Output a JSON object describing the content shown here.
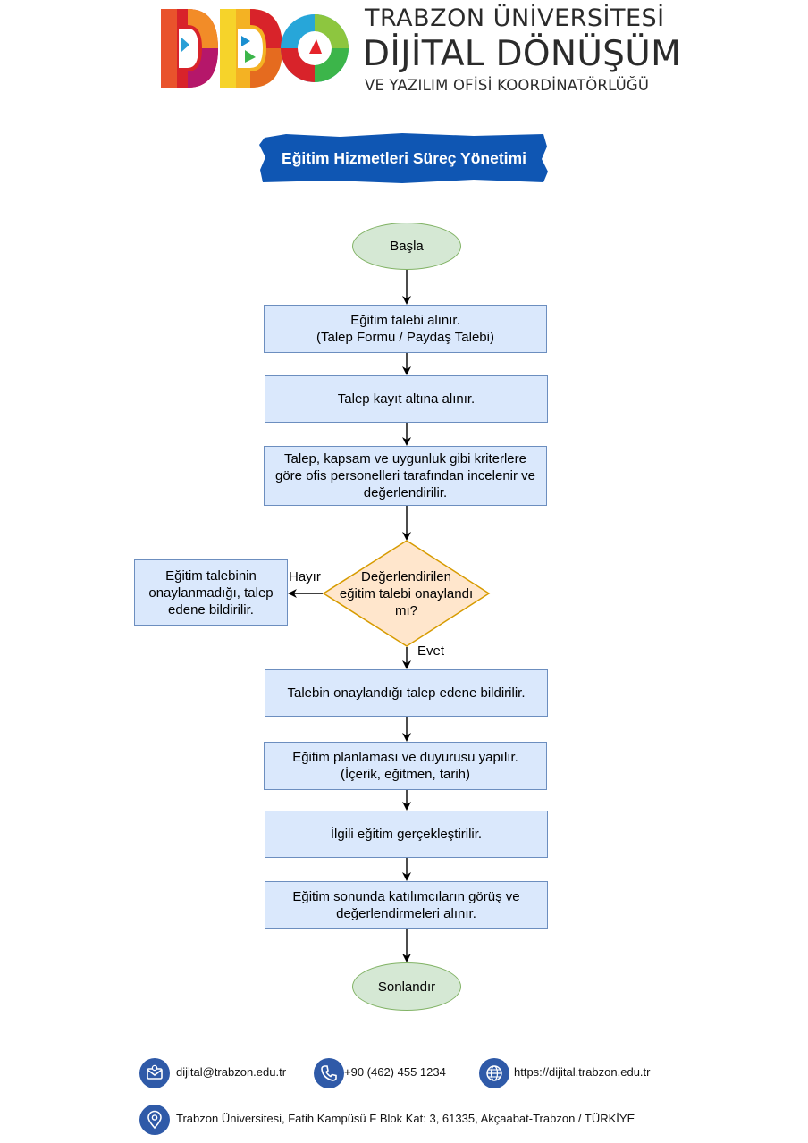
{
  "header": {
    "org_line1": "TRABZON ÜNİVERSİTESİ",
    "org_line2": "DİJİTAL DÖNÜŞÜM",
    "org_line3": "VE YAZILIM OFİSİ KOORDİNATÖRLÜĞÜ",
    "logo_icon": "ddo-logo-icon"
  },
  "title": "Eğitim Hizmetleri Süreç Yönetimi",
  "colors": {
    "banner": "#0f56b3",
    "process_fill": "#dae8fc",
    "process_stroke": "#6c8ebf",
    "terminal_fill": "#d5e8d4",
    "terminal_stroke": "#82b366",
    "decision_fill": "#ffe6cc",
    "decision_stroke": "#d79b00",
    "footer_icon": "#2f5aa8"
  },
  "flow": {
    "start": "Başla",
    "step1": "Eğitim talebi alınır.\n(Talep Formu / Paydaş Talebi)",
    "step2": "Talep kayıt altına alınır.",
    "step3": "Talep, kapsam ve uygunluk gibi kriterlere\ngöre ofis personelleri tarafından incelenir ve\ndeğerlendirilir.",
    "decision": "Değerlendirilen\neğitim talebi onaylandı\nmı?",
    "no_label": "Hayır",
    "yes_label": "Evet",
    "rejected": "Eğitim talebinin\nonaylanmadığı, talep\nedene bildirilir.",
    "step4": "Talebin onaylandığı talep edene bildirilir.",
    "step5": "Eğitim planlaması ve duyurusu yapılır.\n(İçerik, eğitmen, tarih)",
    "step6": "İlgili eğitim gerçekleştirilir.",
    "step7": "Eğitim sonunda katılımcıların görüş ve\ndeğerlendirmeleri alınır.",
    "end": "Sonlandır"
  },
  "footer": {
    "email": "dijital@trabzon.edu.tr",
    "phone": "+90 (462) 455 1234",
    "website": "https://dijital.trabzon.edu.tr",
    "address": "Trabzon Üniversitesi, Fatih Kampüsü F Blok Kat: 3, 61335, Akçaabat-Trabzon / TÜRKİYE",
    "icons": [
      "email-icon",
      "phone-icon",
      "globe-icon",
      "location-pin-icon"
    ]
  }
}
